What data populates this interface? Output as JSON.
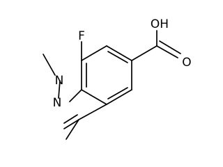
{
  "molecule": {
    "atoms": {
      "fluorine": "F",
      "n1": "N",
      "n2": "N",
      "carboxyl_oxygen": "O",
      "hydroxyl": "OH"
    }
  },
  "colors": {
    "bond": "#000000",
    "label": "#000000",
    "background": "#ffffff"
  }
}
